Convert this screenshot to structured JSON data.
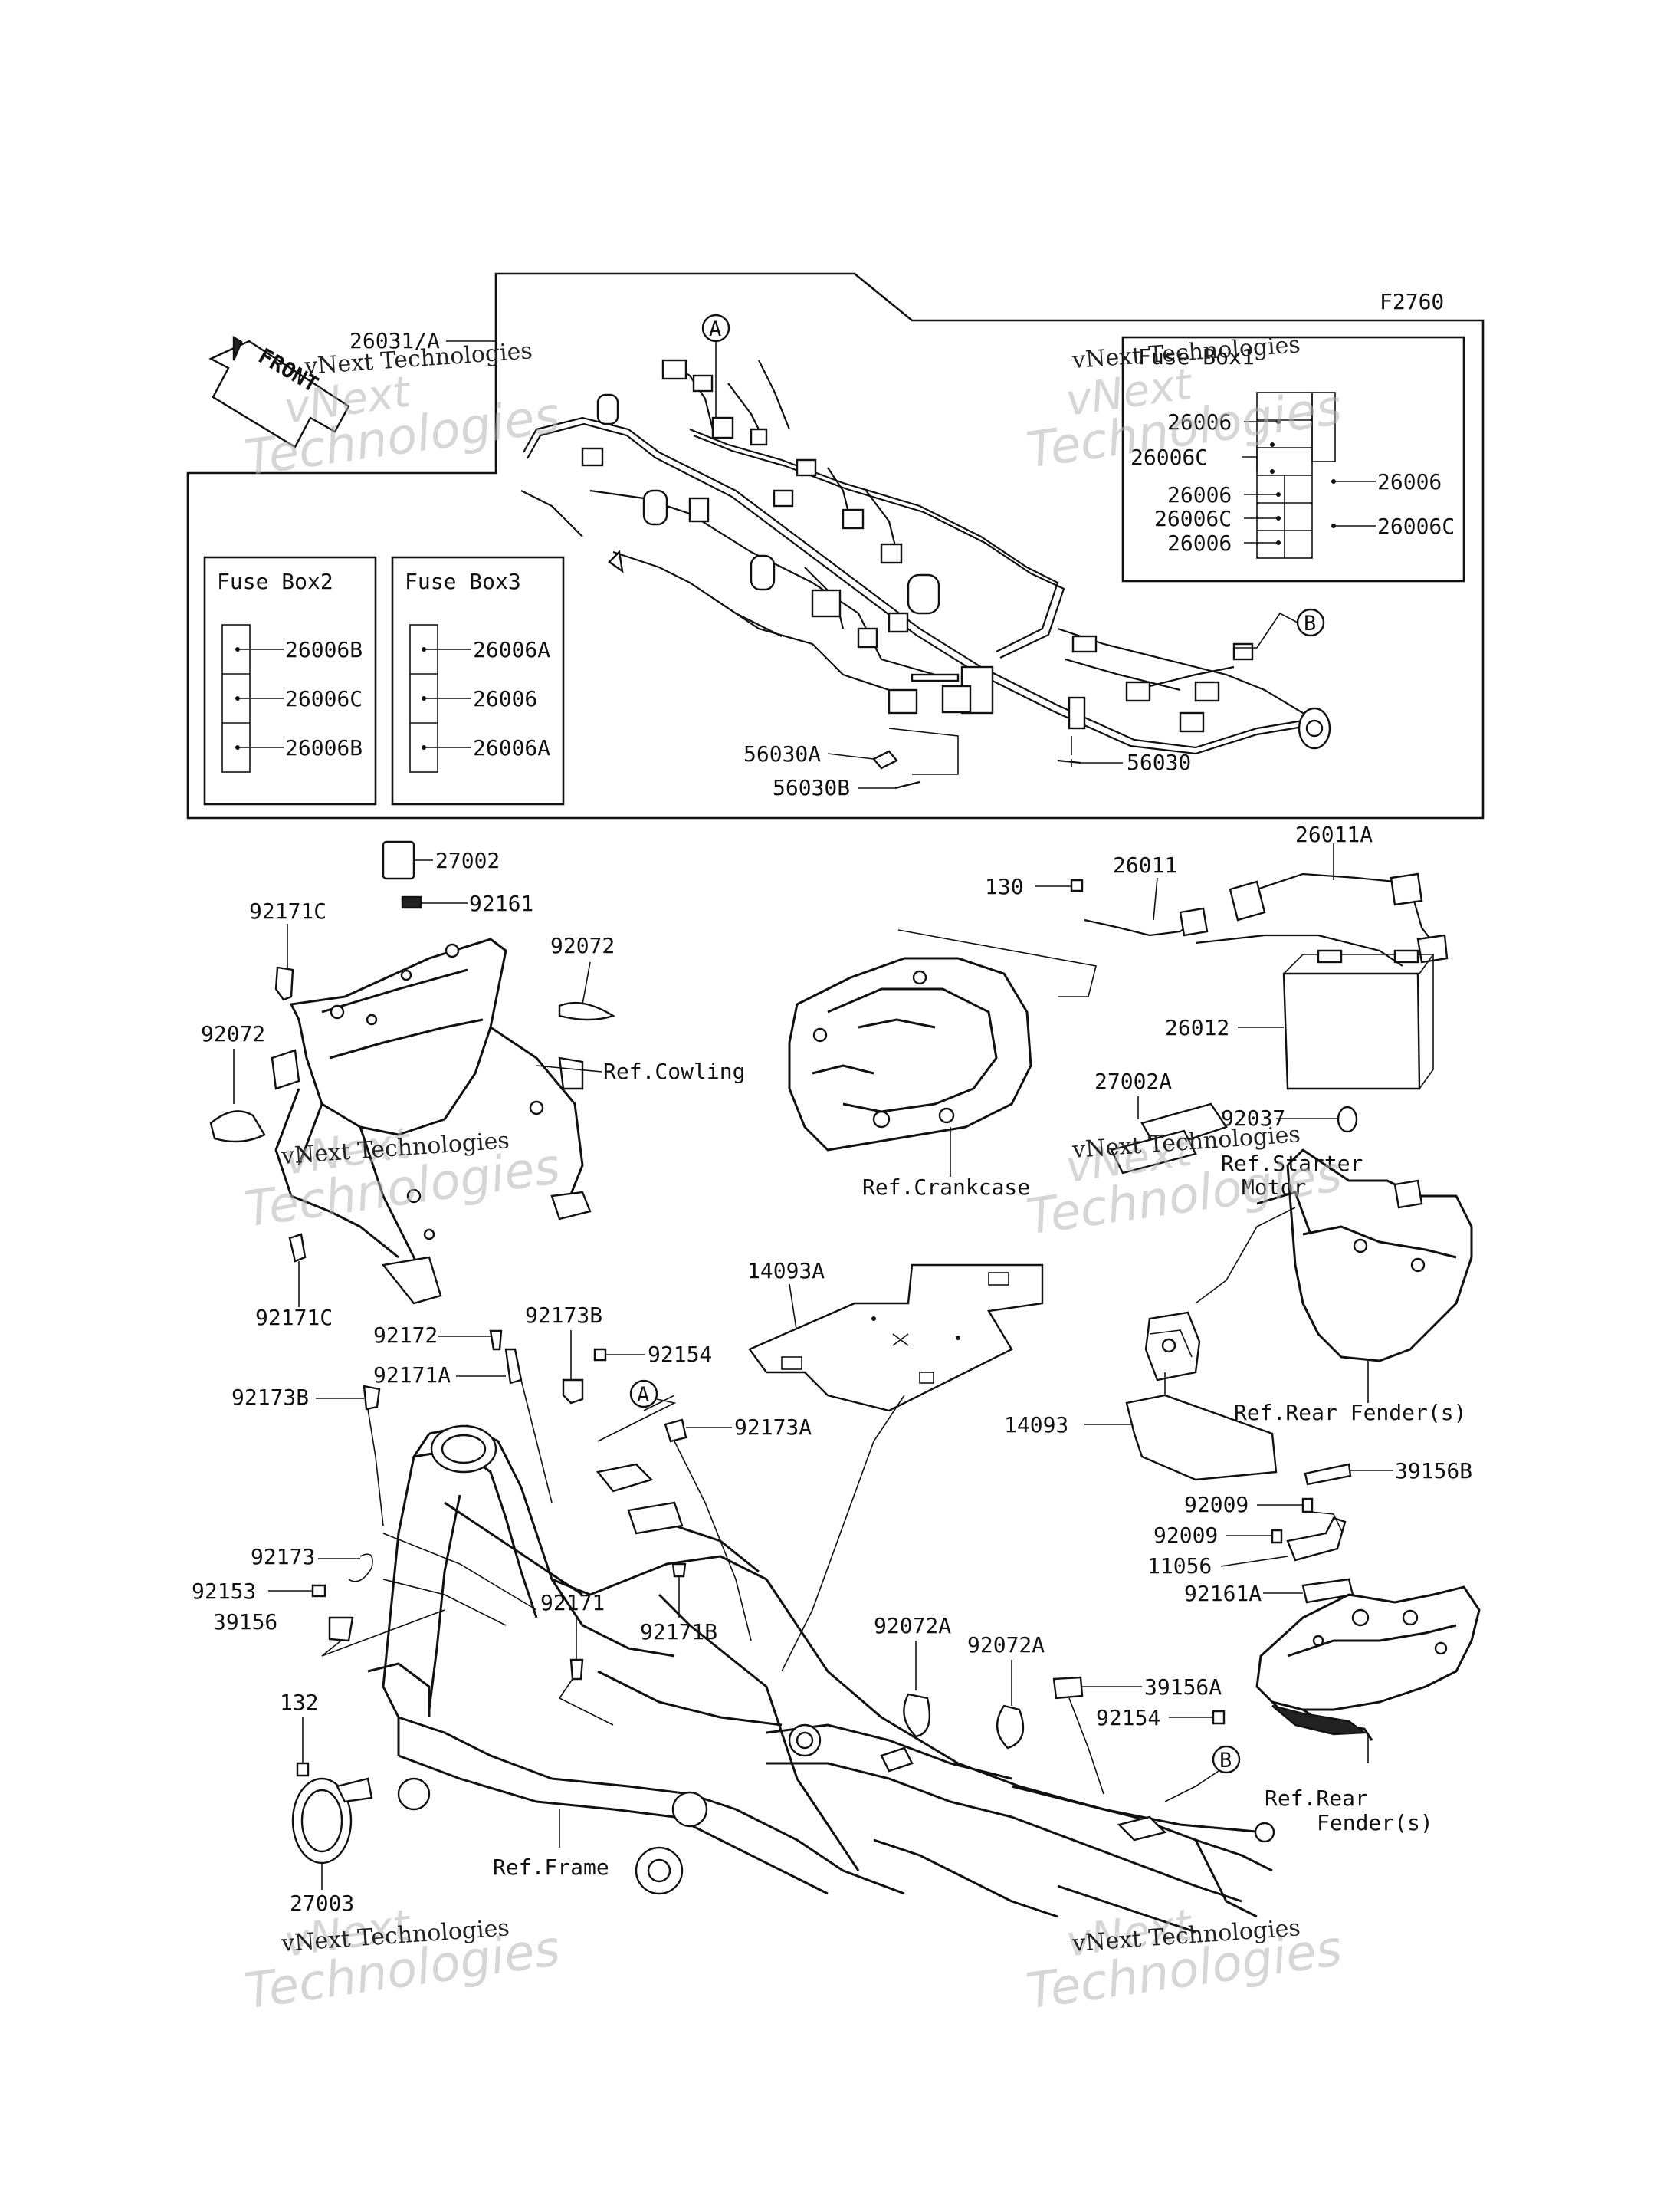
{
  "diagram_code": "F2760",
  "front_arrow": "FRONT",
  "watermarks": {
    "company": "vNext Technologies",
    "big_top": "vNext",
    "big_bottom": "Technologies"
  },
  "fuse_box1": {
    "title": "Fuse Box1",
    "left_labels": [
      "26006",
      "26006C",
      "26006",
      "26006C",
      "26006"
    ],
    "right_labels": [
      "26006",
      "26006C"
    ]
  },
  "fuse_box2": {
    "title": "Fuse Box2",
    "labels": [
      "26006B",
      "26006C",
      "26006B"
    ]
  },
  "fuse_box3": {
    "title": "Fuse Box3",
    "labels": [
      "26006A",
      "26006",
      "26006A"
    ]
  },
  "callouts": {
    "A": "A",
    "B": "B"
  },
  "part_labels": {
    "p26031A": "26031/A",
    "p56030A": "56030A",
    "p56030B": "56030B",
    "p56030": "56030",
    "p27002": "27002",
    "p92161": "92161",
    "p92171C_top": "92171C",
    "p92072_right": "92072",
    "p92072_left": "92072",
    "ref_cowling": "Ref.Cowling",
    "p92171C_bottom": "92171C",
    "p130": "130",
    "p26011": "26011",
    "p26011A": "26011A",
    "p26012": "26012",
    "ref_crankcase": "Ref.Crankcase",
    "p27002A": "27002A",
    "p92037": "92037",
    "ref_starter_1": "Ref.Starter",
    "ref_starter_2": "Motor",
    "p14093A": "14093A",
    "p14093": "14093",
    "ref_rear_fender_1": "Ref.Rear Fender(s)",
    "p92172": "92172",
    "p92173B_top": "92173B",
    "p92154_top": "92154",
    "p92171A": "92171A",
    "p92173B_left": "92173B",
    "p92173A": "92173A",
    "p39156B": "39156B",
    "p92009_a": "92009",
    "p92009_b": "92009",
    "p11056": "11056",
    "p92161A": "92161A",
    "p92173": "92173",
    "p92153": "92153",
    "p39156": "39156",
    "p92171": "92171",
    "p92171B": "92171B",
    "p92072A_a": "92072A",
    "p92072A_b": "92072A",
    "p39156A": "39156A",
    "p92154_bottom": "92154",
    "p132": "132",
    "ref_rear_fender_2a": "Ref.Rear",
    "ref_rear_fender_2b": "Fender(s)",
    "ref_frame": "Ref.Frame",
    "p27003": "27003"
  }
}
